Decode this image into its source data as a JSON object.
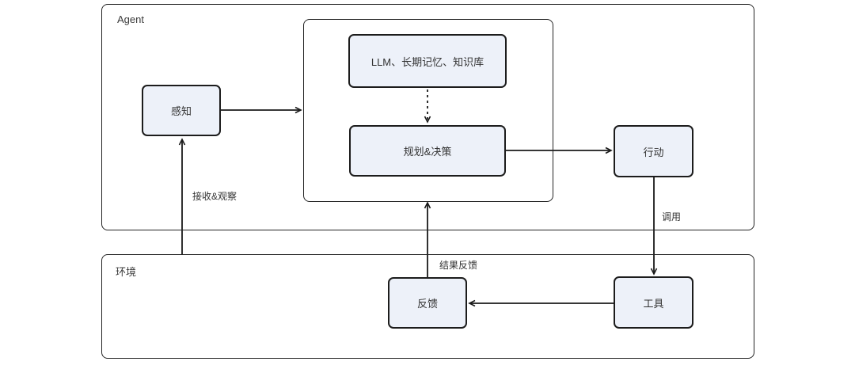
{
  "agent": {
    "label": "Agent"
  },
  "environment": {
    "label": "环境"
  },
  "nodes": {
    "perception": {
      "label": "感知"
    },
    "memory": {
      "label": "LLM、长期记忆、知识库"
    },
    "planning": {
      "label": "规划&决策"
    },
    "action": {
      "label": "行动"
    },
    "feedback": {
      "label": "反馈"
    },
    "tool": {
      "label": "工具"
    }
  },
  "edges": {
    "receive_observe": {
      "label": "接收&观察"
    },
    "invoke": {
      "label": "调用"
    },
    "result_feedback": {
      "label": "结果反馈"
    }
  },
  "colors": {
    "node_fill": "#edf1f9",
    "node_border": "#1c1c1c",
    "container_border": "#242424",
    "arrow": "#1a1a1a",
    "text": "#333333",
    "background": "#ffffff"
  }
}
